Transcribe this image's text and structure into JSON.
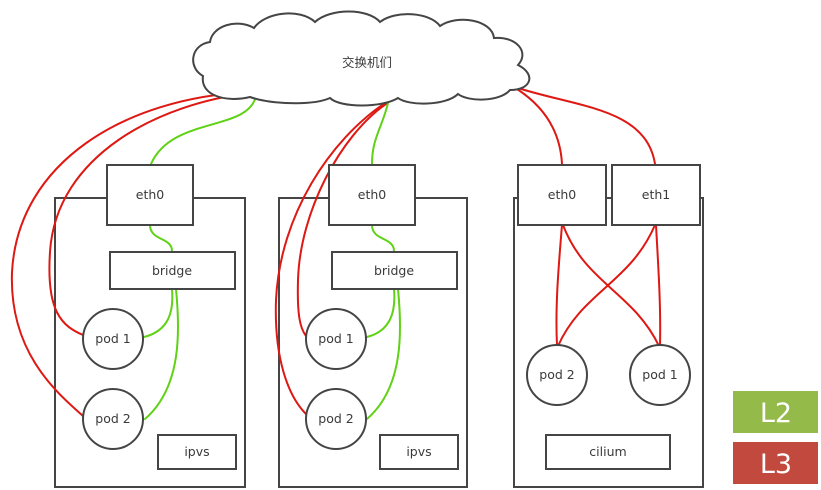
{
  "cloud": {
    "label": "交换机们"
  },
  "nodes": [
    {
      "eth0": "eth0",
      "bridge": "bridge",
      "pod1": "pod 1",
      "pod2": "pod 2",
      "service": "ipvs"
    },
    {
      "eth0": "eth0",
      "bridge": "bridge",
      "pod1": "pod 1",
      "pod2": "pod 2",
      "service": "ipvs"
    },
    {
      "eth0": "eth0",
      "eth1": "eth1",
      "pod2": "pod 2",
      "pod1": "pod 1",
      "service": "cilium"
    }
  ],
  "legend": {
    "l2": {
      "label": "L2",
      "color": "#94ba4a"
    },
    "l3": {
      "label": "L3",
      "color": "#c2493d"
    }
  },
  "colors": {
    "l2_line": "#5fd215",
    "l3_line": "#de1812",
    "shape_stroke": "#454545"
  }
}
